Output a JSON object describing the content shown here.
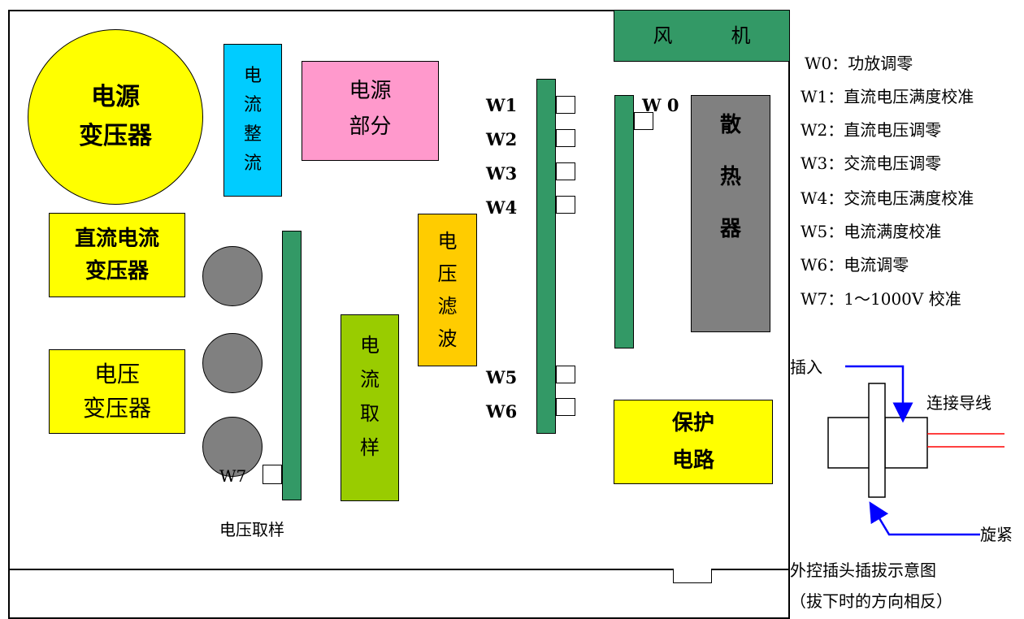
{
  "blocks": {
    "power_transformer": "电源\n变压器",
    "current_rectifier": "电\n流\n整\n流",
    "power_section": "电源\n部分",
    "fan": "风　　　机",
    "heatsink": "散\n\n热\n\n器",
    "dc_current_transformer": "直流电流\n变压器",
    "voltage_transformer": "电压\n变压器",
    "voltage_filter": "电\n压\n滤\n波",
    "current_sampling": "电\n流\n取\n样",
    "protection_circuit": "保护\n电路",
    "voltage_sampling": "电压取样"
  },
  "pots": {
    "w0": "W 0",
    "w1": "W1",
    "w2": "W2",
    "w3": "W3",
    "w4": "W4",
    "w5": "W5",
    "w6": "W6",
    "w7": "W7"
  },
  "legend": [
    "W0：功放调零",
    "W1：直流电压满度校准",
    "W2：直流电压调零",
    "W3：交流电压调零",
    "W4：交流电压满度校准",
    "W5：电流满度校准",
    "W6：电流调零",
    "W7：1～1000V 校准"
  ],
  "plug_diagram": {
    "insert": "插入",
    "connect_wire": "连接导线",
    "tighten": "旋紧",
    "caption_line1": "外控插头插拔示意图",
    "caption_line2": "（拔下时的方向相反）"
  },
  "colors": {
    "yellow": "#ffff00",
    "cyan": "#00ccff",
    "pink": "#ff99cc",
    "green_board": "#339966",
    "dark_gray": "#808080",
    "orange": "#ffcc00",
    "lime": "#99cc00",
    "arrow_blue": "#0000ff",
    "wire_red": "#ff0000"
  }
}
